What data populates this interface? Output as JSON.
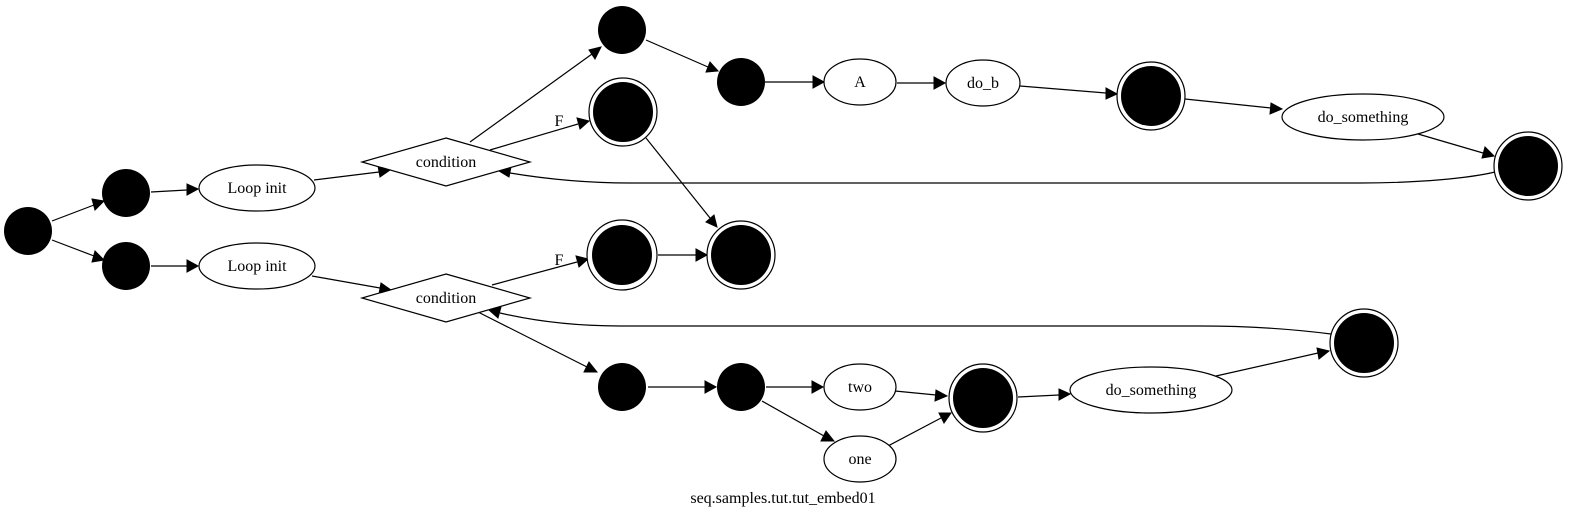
{
  "diagram": {
    "caption": "seq.samples.tut.tut_embed01",
    "colors": {
      "stroke": "#000000",
      "fill": "#000000",
      "background": "#ffffff"
    },
    "labels": {
      "loop_init_1": "Loop init",
      "loop_init_2": "Loop init",
      "condition_1": "condition",
      "condition_2": "condition",
      "a": "A",
      "do_b": "do_b",
      "do_something_1": "do_something",
      "do_something_2": "do_something",
      "two": "two",
      "one": "one"
    },
    "edge_labels": {
      "f_top": "F",
      "f_bottom": "F"
    }
  }
}
